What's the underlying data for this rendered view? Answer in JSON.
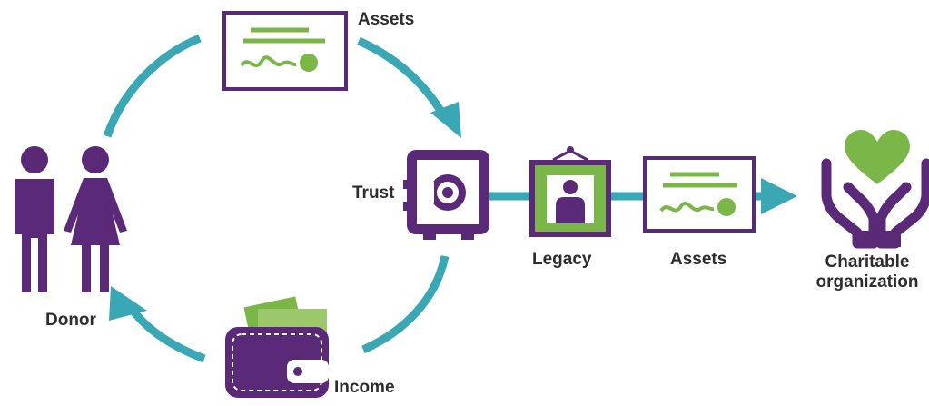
{
  "labels": {
    "assets_top": "Assets",
    "trust": "Trust",
    "legacy": "Legacy",
    "assets_right": "Assets",
    "charitable_line1": "Charitable",
    "charitable_line2": "organization",
    "donor": "Donor",
    "income": "Income"
  },
  "colors": {
    "purple": "#5a2a78",
    "green": "#7ab648",
    "teal": "#3aa7b4",
    "text": "#2d2d2d"
  },
  "icons": [
    "certificate-icon",
    "safe-icon",
    "portrait-icon",
    "heart-hands-icon",
    "donor-couple-icon",
    "wallet-icon"
  ]
}
